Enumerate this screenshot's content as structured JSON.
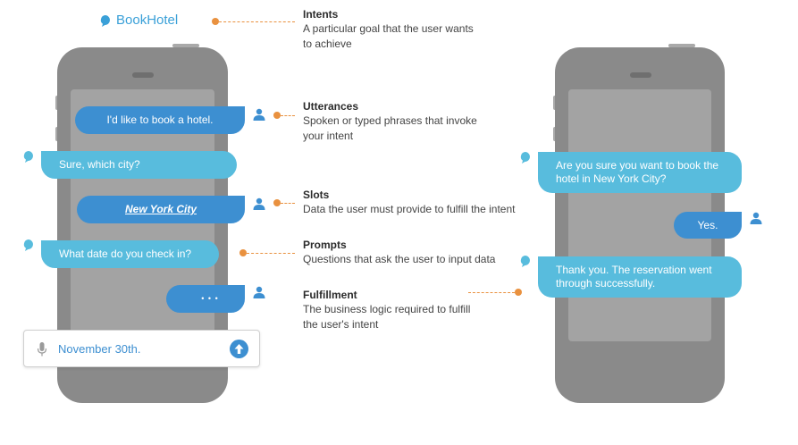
{
  "brand": {
    "name": "BookHotel",
    "icon": "chat-bubble-icon"
  },
  "colors": {
    "accent": "#3aa0d8",
    "user_bubble": "#3d8fd1",
    "bot_bubble": "#58bcdd",
    "connector": "#e9913f",
    "phone": "#8a8a8a"
  },
  "annotations": {
    "intents": {
      "title": "Intents",
      "desc": "A particular goal that the user wants\nto achieve"
    },
    "utterances": {
      "title": "Utterances",
      "desc": "Spoken or typed phrases that invoke\nyour intent"
    },
    "slots": {
      "title": "Slots",
      "desc": "Data the user must provide to fulfill the intent"
    },
    "prompts": {
      "title": "Prompts",
      "desc": "Questions that ask the user to input data"
    },
    "fulfillment": {
      "title": "Fulfillment",
      "desc": "The business logic required to fulfill\nthe user's intent"
    }
  },
  "left_chat": {
    "utterance": "I'd like to book a hotel.",
    "bot_city_prompt": "Sure, which city?",
    "slot_value": "New York City",
    "bot_date_prompt": "What date do you check in?",
    "typing": "• • •"
  },
  "input": {
    "value": "November 30th.",
    "mic_icon": "microphone-icon",
    "send_icon": "send-arrow-icon"
  },
  "right_chat": {
    "bot_confirm": "Are you sure you want to book the hotel in New York City?",
    "user_yes": "Yes.",
    "bot_done": "Thank you. The reservation went through successfully."
  }
}
